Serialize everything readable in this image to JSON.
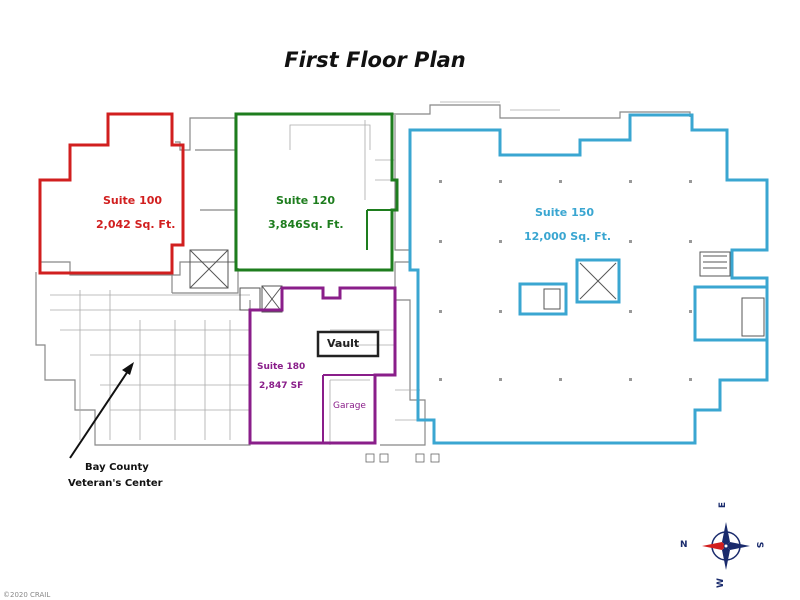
{
  "title": "First Floor Plan",
  "suites": [
    {
      "name": "Suite 100",
      "area": "2,042 Sq. Ft.",
      "color": "#d11f1f"
    },
    {
      "name": "Suite 120",
      "area": "3,846Sq. Ft.",
      "color": "#1e7d1e"
    },
    {
      "name": "Suite 150",
      "area": "12,000 Sq. Ft.",
      "color": "#3aa6d1"
    },
    {
      "name": "Suite 180",
      "area": "2,847 SF",
      "color": "#8a1e8a"
    }
  ],
  "rooms": {
    "vault": "Vault",
    "garage": "Garage"
  },
  "callout": {
    "line1": "Bay County",
    "line2": "Veteran's Center"
  },
  "compass": {
    "n": "N",
    "e": "E",
    "s": "S",
    "w": "W"
  },
  "copyright": "©2020 CRAIL"
}
